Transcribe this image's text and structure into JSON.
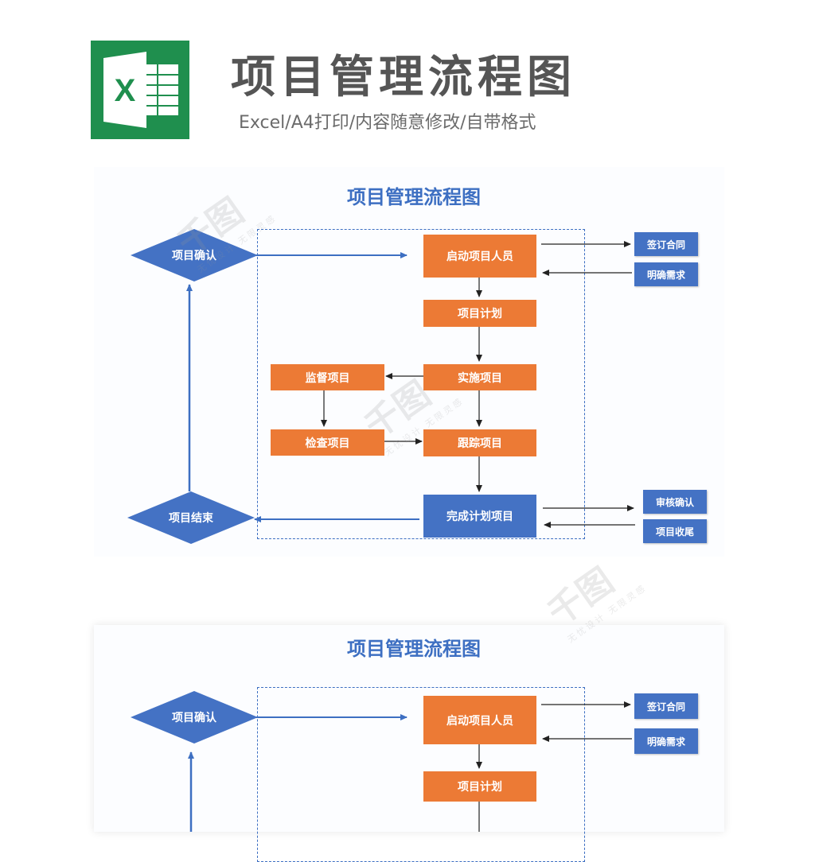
{
  "header": {
    "title": "项目管理流程图",
    "subtitle": "Excel/A4打印/内容随意修改/自带格式",
    "logo_letter": "X"
  },
  "colors": {
    "orange": "#ec7a35",
    "blue": "#4472c4",
    "accent": "#3d6fc2",
    "excel_green": "#1f8f4e"
  },
  "flow": {
    "title": "项目管理流程图",
    "confirm": "项目确认",
    "end": "项目结束",
    "start_staff": "启动项目人员",
    "plan": "项目计划",
    "implement": "实施项目",
    "supervise": "监督项目",
    "inspect": "检查项目",
    "track": "跟踪项目",
    "complete": "完成计划项目",
    "sign_contract": "签订合同",
    "clarify_needs": "明确需求",
    "review_confirm": "审核确认",
    "project_closing": "项目收尾"
  },
  "watermark": {
    "brand": "千图",
    "tagline": "无忧设计 无限灵感"
  }
}
